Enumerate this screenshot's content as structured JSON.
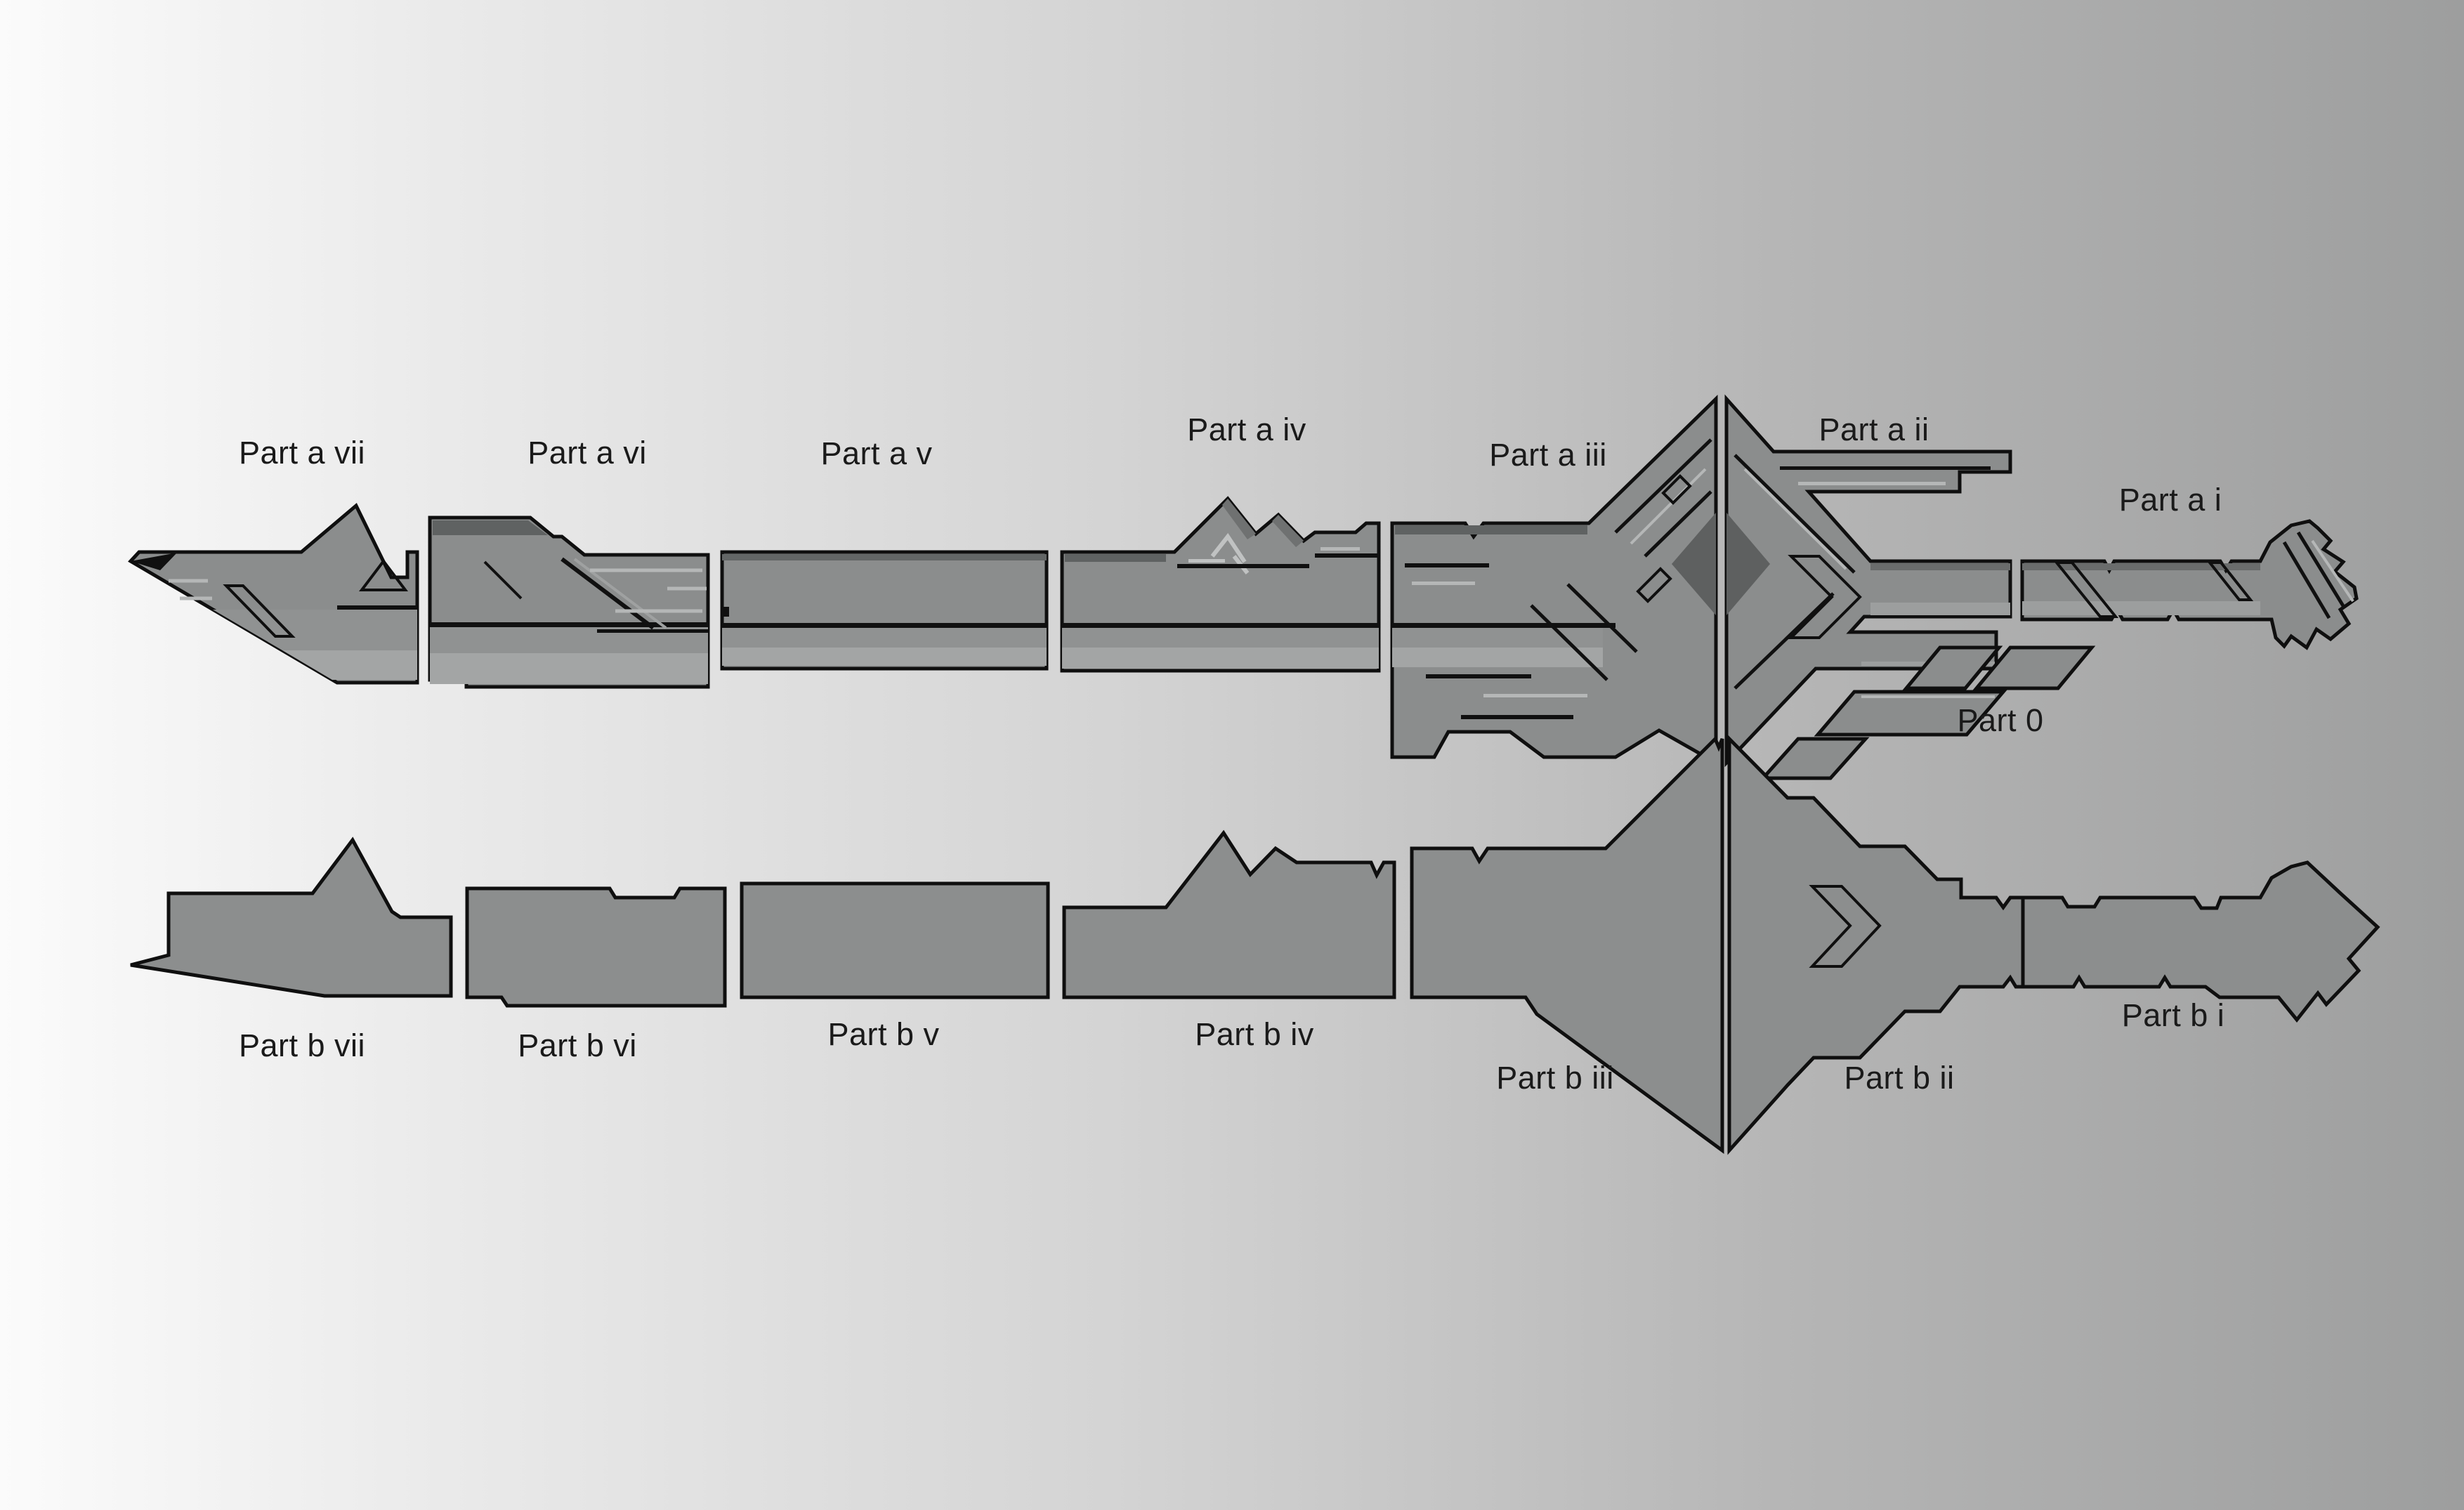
{
  "labels": {
    "row_a": [
      "Part a vii",
      "Part a vi",
      "Part a v",
      "Part a iv",
      "Part a iii",
      "Part a ii",
      "Part a i"
    ],
    "part_zero": "Part 0",
    "row_b": [
      "Part b vii",
      "Part b vi",
      "Part b v",
      "Part b iv",
      "Part b iii",
      "Part b ii",
      "Part b i"
    ]
  },
  "colors": {
    "background_left": "#fbfbfb",
    "background_right": "#9d9e9e",
    "part_fill": "#8b8d8d",
    "part_fill_silhouette": "#8c8e8e",
    "shade_dark": "#5f6262",
    "shade_mid": "#909292",
    "shade_light": "#a3a5a5",
    "cutout_highlight": "#d2d4d4",
    "outline": "#0f0f0f",
    "label_text": "#1a1a1a"
  }
}
